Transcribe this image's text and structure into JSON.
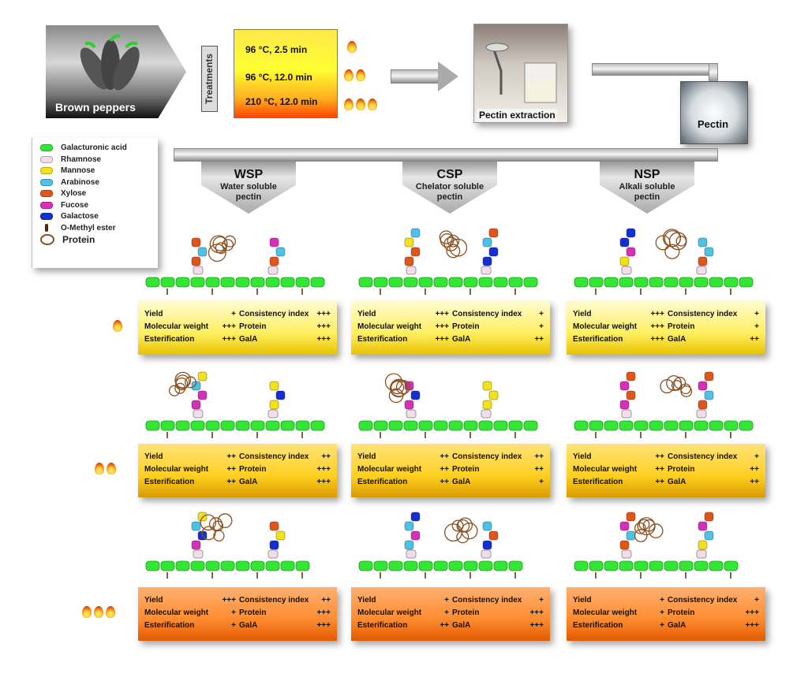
{
  "pepper_label": "Brown peppers",
  "treatments": {
    "label": "Treatments",
    "items": [
      {
        "text": "96 °C, 2.5 min",
        "flames": 1
      },
      {
        "text": "96 °C, 12.0 min",
        "flames": 2
      },
      {
        "text": "210 °C, 12.0 min",
        "flames": 3
      }
    ]
  },
  "extraction_label": "Pectin extraction",
  "pectin_label": "Pectin",
  "legend": [
    {
      "label": "Galacturonic acid",
      "color": "#33e633"
    },
    {
      "label": "Rhamnose",
      "color": "#f3dcec"
    },
    {
      "label": "Mannose",
      "color": "#f2e21a"
    },
    {
      "label": "Arabinose",
      "color": "#4cc2e6"
    },
    {
      "label": "Xylose",
      "color": "#e0561a"
    },
    {
      "label": "Fucose",
      "color": "#d630b8"
    },
    {
      "label": "Galactose",
      "color": "#1530d0"
    },
    {
      "label": "O-Methyl ester",
      "color": "#5a2a10"
    },
    {
      "label": "Protein",
      "color": "#8a5020"
    }
  ],
  "fractions": [
    {
      "abbr": "WSP",
      "name": "Water soluble pectin"
    },
    {
      "abbr": "CSP",
      "name": "Chelator soluble pectin"
    },
    {
      "abbr": "NSP",
      "name": "Alkali soluble pectin"
    }
  ],
  "tables": [
    [
      [
        [
          "Yield",
          "+",
          "Consistency index",
          "+++"
        ],
        [
          "Molecular weight",
          "+++",
          "Protein",
          "+++"
        ],
        [
          "Esterification",
          "+++",
          "GalA",
          "+++"
        ]
      ],
      [
        [
          "Yield",
          "+++",
          "Consistency index",
          "+"
        ],
        [
          "Molecular weight",
          "+++",
          "Protein",
          "+"
        ],
        [
          "Esterification",
          "+++",
          "GalA",
          "++"
        ]
      ],
      [
        [
          "Yield",
          "+++",
          "Consistency index",
          "+"
        ],
        [
          "Molecular weight",
          "+++",
          "Protein",
          "+"
        ],
        [
          "Esterification",
          "+++",
          "GalA",
          "++"
        ]
      ]
    ],
    [
      [
        [
          "Yield",
          "++",
          "Consistency index",
          "++"
        ],
        [
          "Molecular weight",
          "++",
          "Protein",
          "+++"
        ],
        [
          "Esterification",
          "++",
          "GalA",
          "+++"
        ]
      ],
      [
        [
          "Yield",
          "++",
          "Consistency index",
          "++"
        ],
        [
          "Molecular weight",
          "++",
          "Protein",
          "++"
        ],
        [
          "Esterification",
          "++",
          "GalA",
          "+"
        ]
      ],
      [
        [
          "Yield",
          "++",
          "Consistency index",
          "+"
        ],
        [
          "Molecular weight",
          "++",
          "Protein",
          "++"
        ],
        [
          "Esterification",
          "++",
          "GalA",
          "++"
        ]
      ]
    ],
    [
      [
        [
          "Yield",
          "+++",
          "Consistency index",
          "++"
        ],
        [
          "Molecular weight",
          "+",
          "Protein",
          "+++"
        ],
        [
          "Esterification",
          "+",
          "GalA",
          "+++"
        ]
      ],
      [
        [
          "Yield",
          "+",
          "Consistency index",
          "+"
        ],
        [
          "Molecular weight",
          "+",
          "Protein",
          "+++"
        ],
        [
          "Esterification",
          "++",
          "GalA",
          "+++"
        ]
      ],
      [
        [
          "Yield",
          "+",
          "Consistency index",
          "+"
        ],
        [
          "Molecular weight",
          "+",
          "Protein",
          "+++"
        ],
        [
          "Esterification",
          "+",
          "GalA",
          "+++"
        ]
      ]
    ]
  ]
}
